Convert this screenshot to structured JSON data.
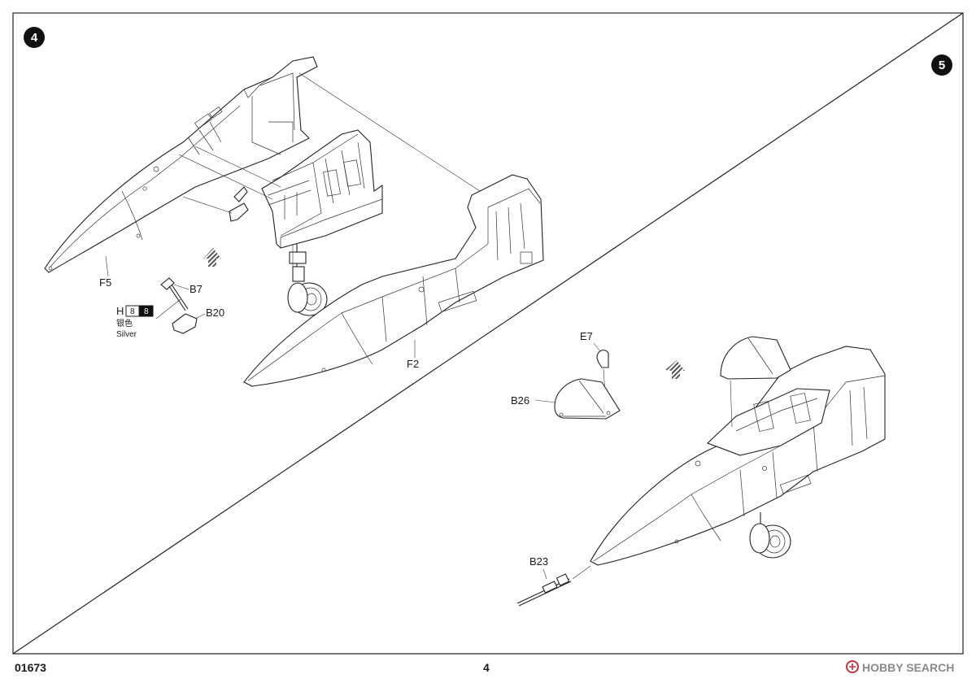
{
  "page": {
    "model_number": "01673",
    "page_number": "4",
    "watermark": "HOBBY SEARCH"
  },
  "step4": {
    "number": "4",
    "parts": {
      "f5": "F5",
      "f2": "F2",
      "b7": "B7",
      "b20": "B20"
    },
    "paint": {
      "code_letter": "H",
      "code_box_1": "8",
      "code_box_2": "8",
      "name_cn": "银色",
      "name_en": "Silver"
    }
  },
  "step5": {
    "number": "5",
    "parts": {
      "e7": "E7",
      "b26": "B26",
      "b23": "B23"
    }
  },
  "colors": {
    "ink": "#1a1a1a",
    "paper": "#ffffff",
    "watermark_red": "#c8323c"
  }
}
